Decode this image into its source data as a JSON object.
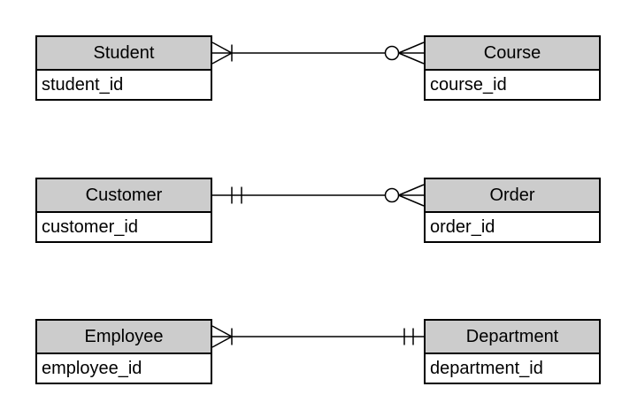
{
  "diagram": {
    "type": "entity-relationship-diagram",
    "background_color": "#ffffff",
    "entity_header_fill": "#cccccc",
    "entity_body_fill": "#ffffff",
    "border_color": "#000000",
    "entities": [
      {
        "name": "Student",
        "attributes": [
          "student_id"
        ]
      },
      {
        "name": "Course",
        "attributes": [
          "course_id"
        ]
      },
      {
        "name": "Customer",
        "attributes": [
          "customer_id"
        ]
      },
      {
        "name": "Order",
        "attributes": [
          "order_id"
        ]
      },
      {
        "name": "Employee",
        "attributes": [
          "employee_id"
        ]
      },
      {
        "name": "Department",
        "attributes": [
          "department_id"
        ]
      }
    ],
    "relationships": [
      {
        "from": "Student",
        "to": "Course",
        "from_cardinality": "one-or-many (crow's foot with one tick)",
        "to_cardinality": "zero-or-many (circle with crow's foot)"
      },
      {
        "from": "Customer",
        "to": "Order",
        "from_cardinality": "exactly-one (double tick)",
        "to_cardinality": "zero-or-many (circle with crow's foot)"
      },
      {
        "from": "Employee",
        "to": "Department",
        "from_cardinality": "one-or-many (crow's foot with one tick)",
        "to_cardinality": "exactly-one (double tick)"
      }
    ]
  }
}
